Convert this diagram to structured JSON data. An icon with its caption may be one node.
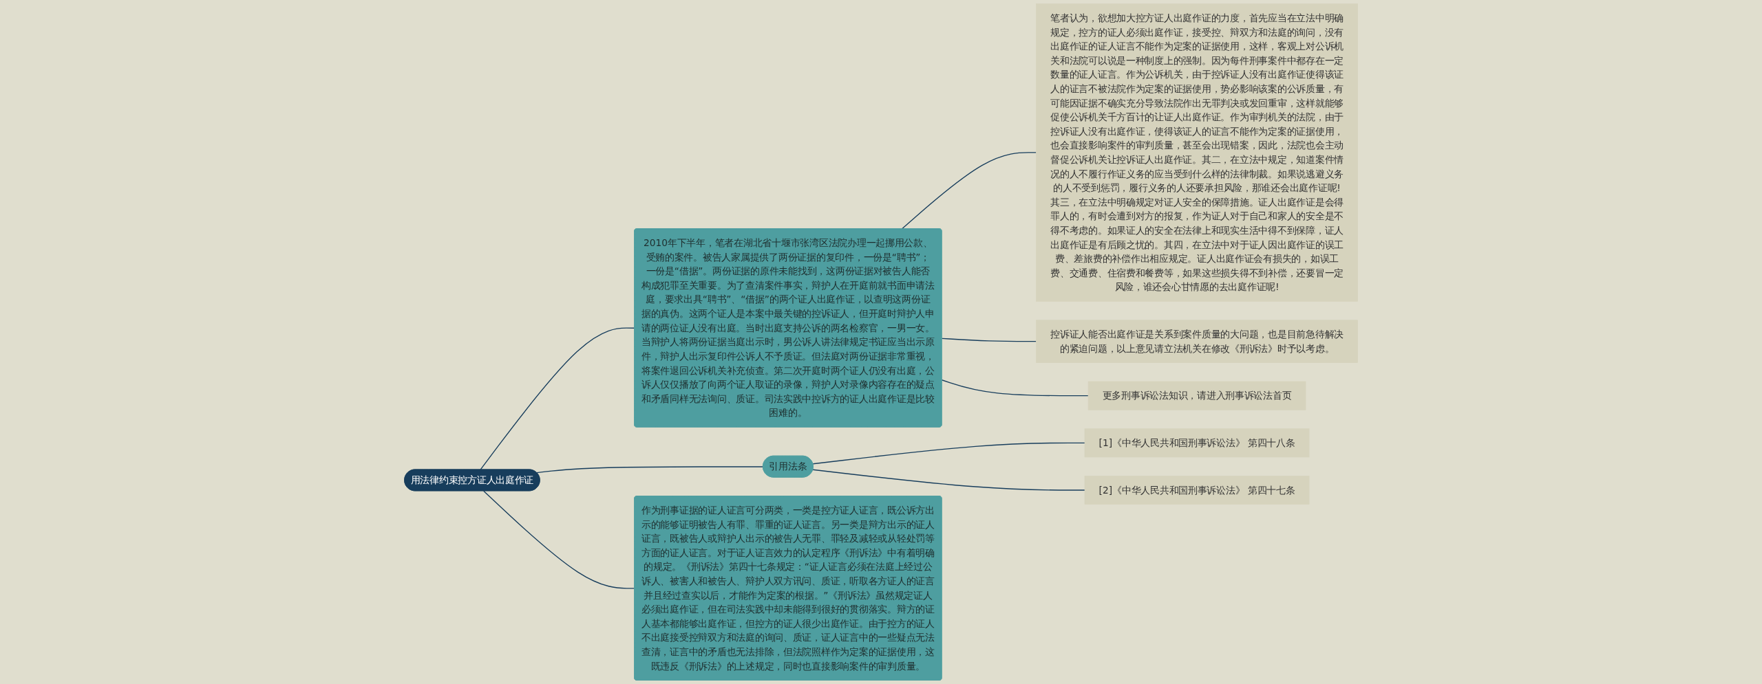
{
  "diagram": {
    "nodes": [
      {
        "text": [
          "用法律约束控方证人出庭作证"
        ]
      },
      {
        "text": [
          "2010年下半年，笔者在湖北省十堰市张湾区法院办理一起挪用公款、受贿的案件。被告人家属提供了两份证据的复印件，一份是“聘书”；一份是“借据”。两份证据的原件未能找到，这两份证据对被告人能否构成犯罪至关重要。为了查清案件事实，辩护人在开庭前就书面申请法庭，要求出具“聘书”、“借据”的两个证人出庭作证，以查明这两份证据的真伪。这两个证人是本案中最关键的控诉证人，但开庭时辩护人申请的两位证人没有出庭。当时出庭支持公诉的两名检察官，一男一女。当辩护人将两份证据当庭出示时，男公诉人讲法律规定书证应当出示原件，辩护人出示复印件公诉人不予质证。但法庭对两份证据非常重视，将案件退回公诉机关补充侦查。第二次开庭时两个证人仍没有出庭，公诉人仅仅播放了向两个证人取证的录像，辩护人对录像内容存在的疑点和矛盾同样无法询问、质证。司法实践中控诉方的证人出庭作证是比较困难的。"
        ]
      },
      {
        "text": [
          "笔者认为，欲想加大控方证人出庭作证的力度，首先应当在立法中明确规定，控方的证人必须出庭作证，接受控、辩双方和法庭的询问，没有出庭作证的证人证言不能作为定案的证据使用，这样，客观上对公诉机关和法院可以说是一种制度上的强制。因为每件刑事案件中都存在一定数量的证人证言。作为公诉机关，由于控诉证人没有出庭作证使得该证人的证言不被法院作为定案的证据使用，势必影响该案的公诉质量，有可能因证据不确实充分导致法院作出无罪判决或发回重审，这样就能够促使公诉机关千方百计的让证人出庭作证。作为审判机关的法院，由于控诉证人没有出庭作证，使得该证人的证言不能作为定案的证据使用，也会直接影响案件的审判质量，甚至会出现错案，因此，法院也会主动督促公诉机关让控诉证人出庭作证。其二，在立法中规定，知道案件情况的人不履行作证义务的应当受到什么样的法律制裁。如果说逃避义务的人不受到惩罚，履行义务的人还要承担风险，那谁还会出庭作证呢!其三，在立法中明确规定对证人安全的保障措施。证人出庭作证是会得罪人的，有时会遭到对方的报复，作为证人对于自己和家人的安全是不得不考虑的。如果证人的安全在法律上和现实生活中得不到保障，证人出庭作证是有后顾之忧的。其四，在立法中对于证人因出庭作证的误工费、差旅费的补偿作出相应规定。证人出庭作证会有损失的，如误工费、交通费、住宿费和餐费等，如果这些损失得不到补偿，还要冒一定风险，谁还会心甘情愿的去出庭作证呢!"
        ]
      },
      {
        "text": [
          "控诉证人能否出庭作证是关系到案件质量的大问题，也是目前急待解决的紧迫问题，以上意见请立法机关在修改《刑诉法》时予以考虑。"
        ]
      },
      {
        "text": [
          "更多刑事诉讼法知识，请进入刑事诉讼法首页"
        ]
      },
      {
        "text": [
          "作为刑事证据的证人证言可分两类，一类是控方证人证言，既公诉方出示的能够证明被告人有罪、罪重的证人证言。另一类是辩方出示的证人证言，既被告人或辩护人出示的被告人无罪、罪轻及减轻或从轻处罚等方面的证人证言。对于证人证言效力的认定程序《刑诉法》中有着明确的规定。《刑诉法》第四十七条规定：“证人证言必须在法庭上经过公诉人、被害人和被告人、辩护人双方讯问、质证，听取各方证人的证言并且经过查实以后，才能作为定案的根据。”《刑诉法》虽然规定证人必须出庭作证，但在司法实践中却未能得到很好的贯彻落实。辩方的证人基本都能够出庭作证，但控方的证人很少出庭作证。由于控方的证人不出庭接受控辩双方和法庭的询问、质证，证人证言中的一些疑点无法查清，证言中的矛盾也无法排除，但法院照样作为定案的证据使用，这既违反《刑诉法》的上述规定，同时也直接影响案件的审判质量。"
        ]
      },
      {
        "text": [
          "引用法条"
        ]
      },
      {
        "text": [
          "[1]《中华人民共和国刑事诉讼法》 第四十八条"
        ]
      },
      {
        "text": [
          "[2]《中华人民共和国刑事诉讼法》 第四十七条"
        ]
      }
    ],
    "edges": [
      {
        "from": 0,
        "to": 1,
        "arrow": "none"
      },
      {
        "from": 1,
        "to": 2,
        "arrow": "none"
      },
      {
        "from": 1,
        "to": 3,
        "arrow": "none"
      },
      {
        "from": 1,
        "to": 4,
        "arrow": "none"
      },
      {
        "from": 0,
        "to": 5,
        "arrow": "none"
      },
      {
        "from": 0,
        "to": 6,
        "arrow": "none"
      },
      {
        "from": 6,
        "to": 7,
        "arrow": "none"
      },
      {
        "from": 6,
        "to": 8,
        "arrow": "none"
      }
    ]
  }
}
